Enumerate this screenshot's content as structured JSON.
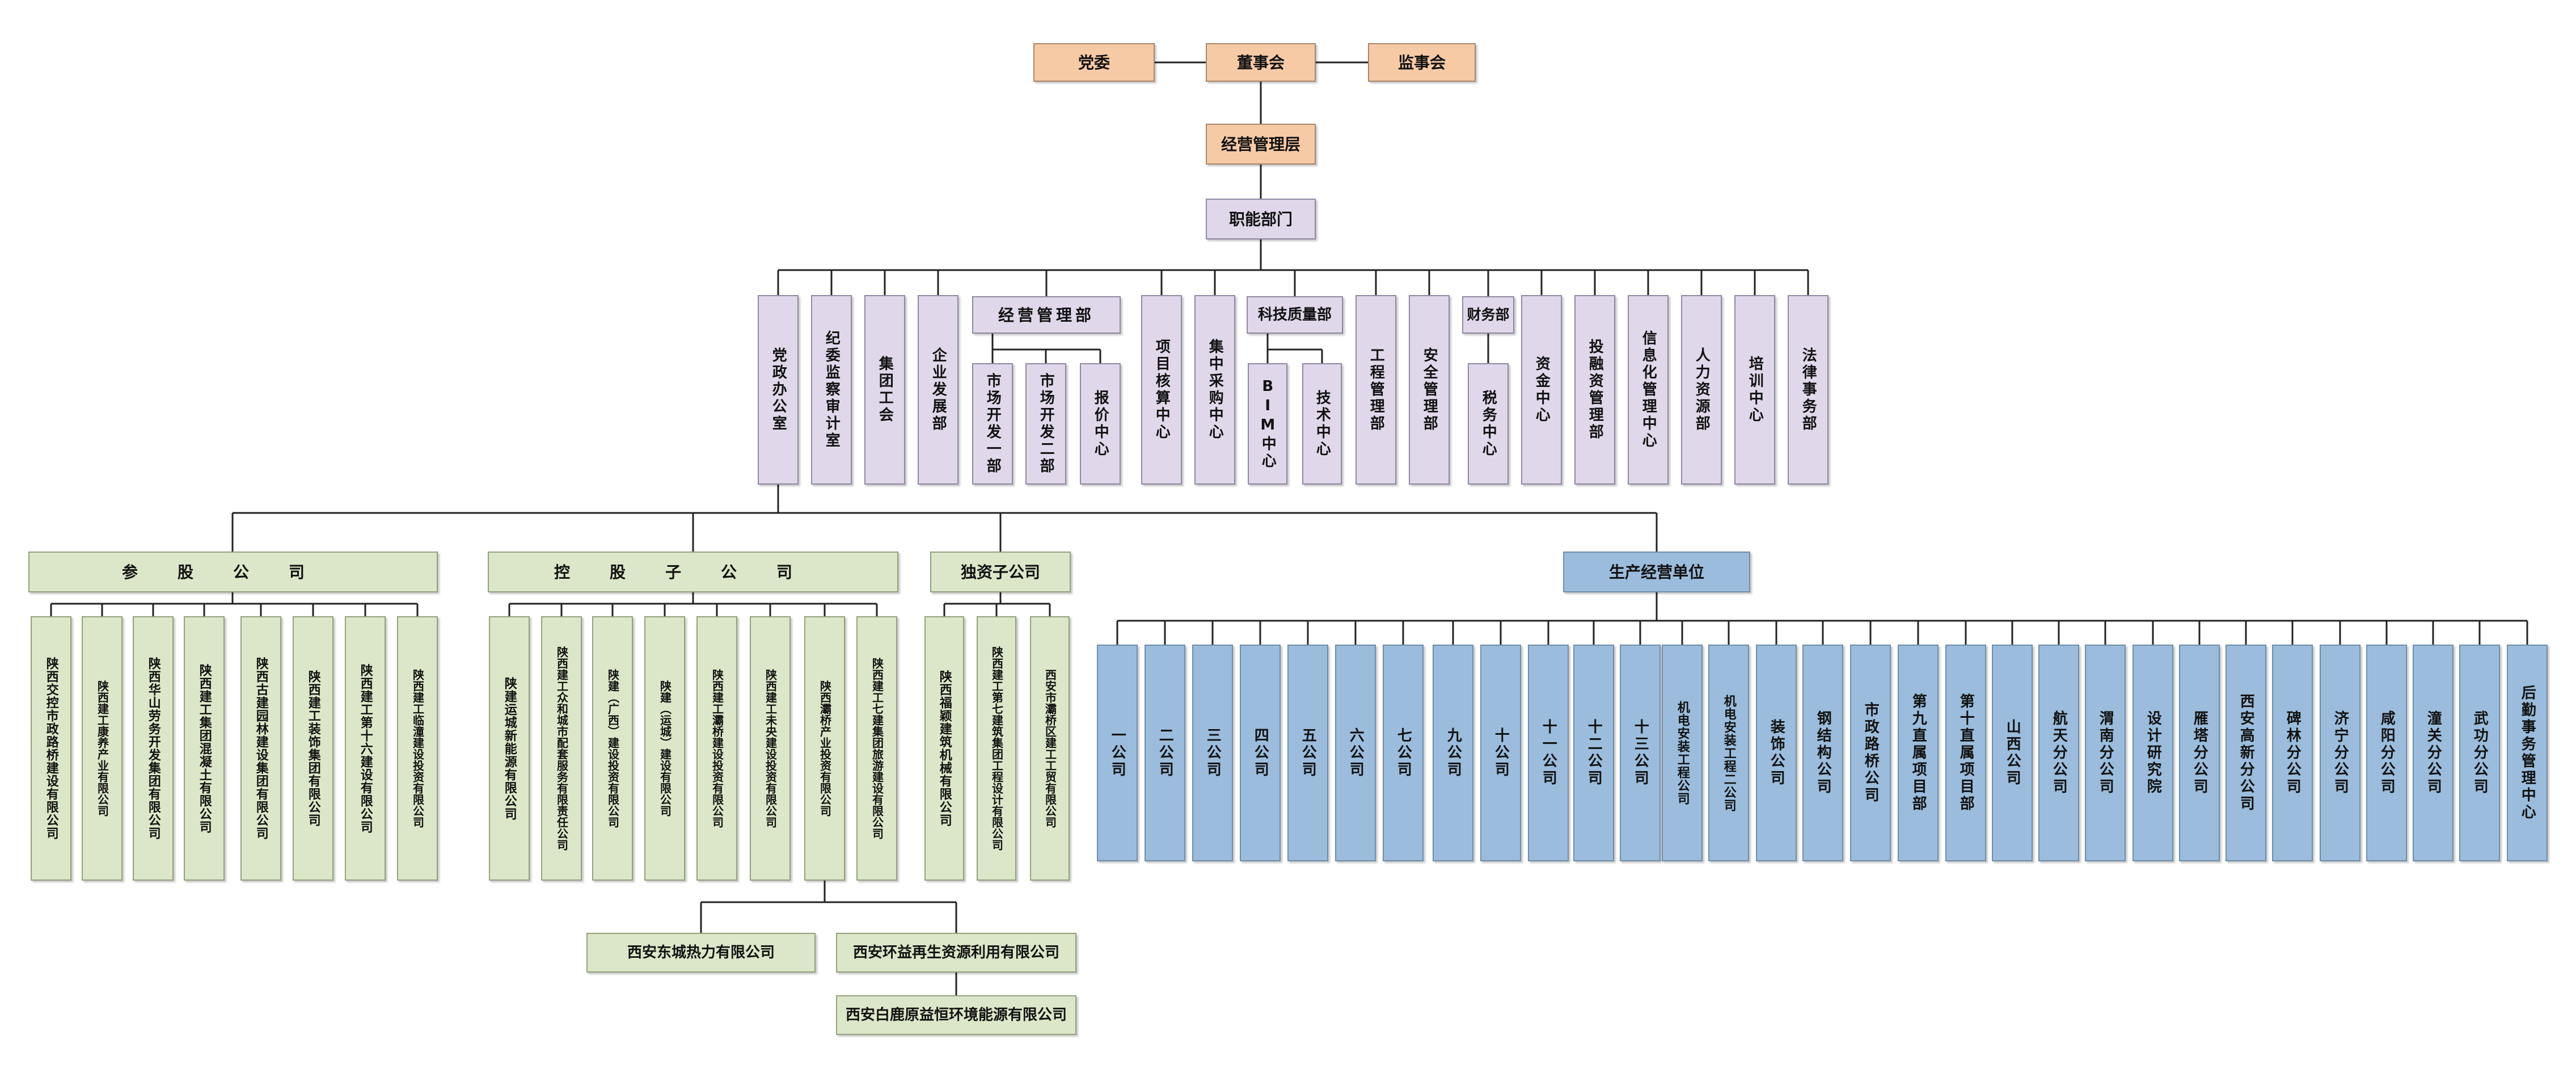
{
  "top": {
    "party": "党委",
    "board": "董事会",
    "supervisory": "监事会",
    "management": "经营管理层",
    "functional": "职能部门"
  },
  "departments": [
    "党政办公室",
    "纪委监察审计室",
    "集团工会",
    "企业发展部",
    "项目核算中心",
    "集中采购中心",
    "工程管理部",
    "安全管理部",
    "资金中心",
    "投融资管理部",
    "信息化管理中心",
    "人力资源部",
    "培训中心",
    "法律事务部"
  ],
  "business_mgmt": {
    "label": "经营管理部",
    "subs": [
      "市场开发一部",
      "市场开发二部",
      "报价中心"
    ]
  },
  "tech_quality": {
    "label": "科技质量部",
    "subs": [
      "BIM中心",
      "技术中心"
    ]
  },
  "finance": {
    "label": "财务部",
    "subs": [
      "税务中心"
    ]
  },
  "minority": {
    "label": "参股公司",
    "items": [
      "陕西交控市政路桥建设有限公司",
      "陕西建工康养产业有限公司",
      "陕西华山劳务开发集团有限公司",
      "陕西建工集团混凝土有限公司",
      "陕西古建园林建设集团有限公司",
      "陕西建工装饰集团有限公司",
      "陕西建工第十六建设有限公司",
      "陕西建工临潼建设投资有限公司"
    ]
  },
  "controlled": {
    "label": "控股子公司",
    "items": [
      "陕建运城新能源有限公司",
      "陕西建工众和城市配套服务有限责任公司",
      "陕建（广西）建设投资有限公司",
      "陕建（运城）建设有限公司",
      "陕西建工灞桥建设投资有限公司",
      "陕西建工未央建设投资有限公司",
      "陕西灞桥产业投资有限公司",
      "陕西建工七建集团旅游建设有限公司"
    ],
    "sub": [
      "西安东城热力有限公司",
      "西安环益再生资源利用有限公司",
      "西安白鹿原益恒环境能源有限公司"
    ]
  },
  "wholly": {
    "label": "独资子公司",
    "items": [
      "陕西福颖建筑机械有限公司",
      "陕西建工第七建筑集团工程设计有限公司",
      "西安市灞桥区建工工贸有限公司"
    ]
  },
  "production": {
    "label": "生产经营单位",
    "items": [
      "一公司",
      "二公司",
      "三公司",
      "四公司",
      "五公司",
      "六公司",
      "七公司",
      "九公司",
      "十公司",
      "十一公司",
      "十二公司",
      "十三公司",
      "机电安装工程公司",
      "机电安装工程二公司",
      "装饰公司",
      "钢结构公司",
      "市政路桥公司",
      "第九直属项目部",
      "第十直属项目部",
      "山西公司",
      "航天分公司",
      "渭南分公司",
      "设计研究院",
      "雁塔分公司",
      "西安高新分公司",
      "碑林分公司",
      "济宁分公司",
      "咸阳分公司",
      "潼关分公司",
      "武功分公司",
      "后勤事务管理中心"
    ]
  }
}
